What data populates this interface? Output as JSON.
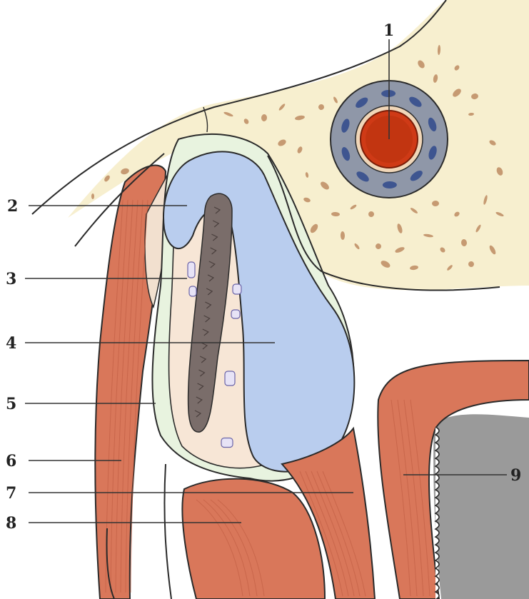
{
  "labels": {
    "l1": "1",
    "l2": "2",
    "l3": "3",
    "l4": "4",
    "l5": "5",
    "l6": "6",
    "l7": "7",
    "l8": "8",
    "l9": "9"
  },
  "colors": {
    "bone": "#f7efcf",
    "bone_spots": "#b9855a",
    "muscle": "#d9775a",
    "muscle_dark": "#c25f45",
    "capsule": "#e8f3df",
    "inner_tissue": "#f7e6d6",
    "cyst": "#b9cdee",
    "core": "#7a6d6a",
    "artery": "#cf3a16",
    "vessel_wall": "#8f97a8",
    "vein_nuclei": "#3e5590",
    "cavity": "#9a9a9a"
  }
}
